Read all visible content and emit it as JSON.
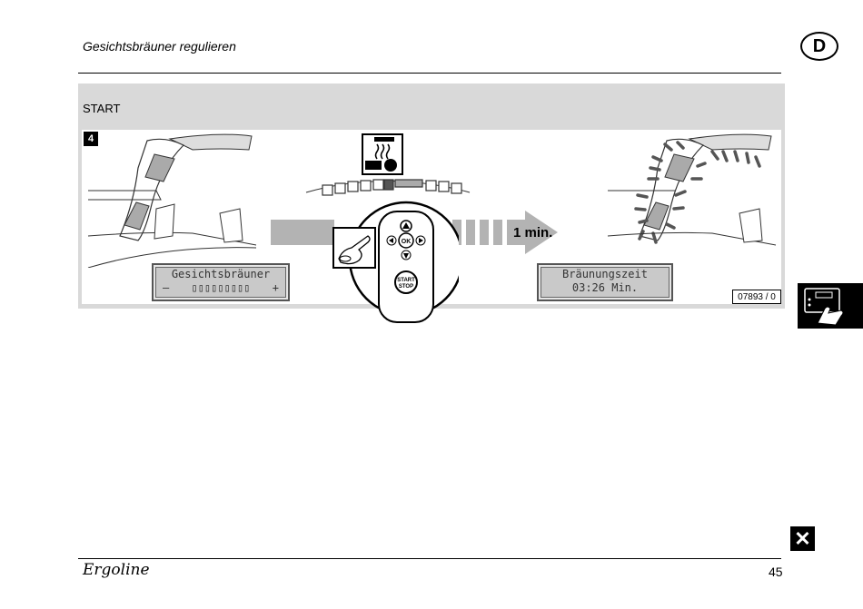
{
  "header": {
    "title": "Gesichtsbräuner regulieren",
    "lang_badge": "D"
  },
  "section": {
    "label": "START"
  },
  "illustration": {
    "step_number": "4",
    "duration": "1 min.",
    "ref_code": "07893 / 0",
    "remote_buttons": {
      "ok": "OK",
      "start": "START",
      "stop": "STOP"
    }
  },
  "lcd_left": {
    "line1": "Gesichtsbräuner",
    "minus": "–",
    "bar": "▯▯▯▯▯▯▯▯▯",
    "plus": "+"
  },
  "lcd_right": {
    "line1": "Bräunungszeit",
    "line2": "03:26 Min."
  },
  "footer": {
    "brand": "Ergoline",
    "page_number": "45"
  },
  "icons": [
    "face-tanner-icon",
    "hand-press-icon",
    "remote-control-icon",
    "arrow-right-icon",
    "close-icon"
  ]
}
